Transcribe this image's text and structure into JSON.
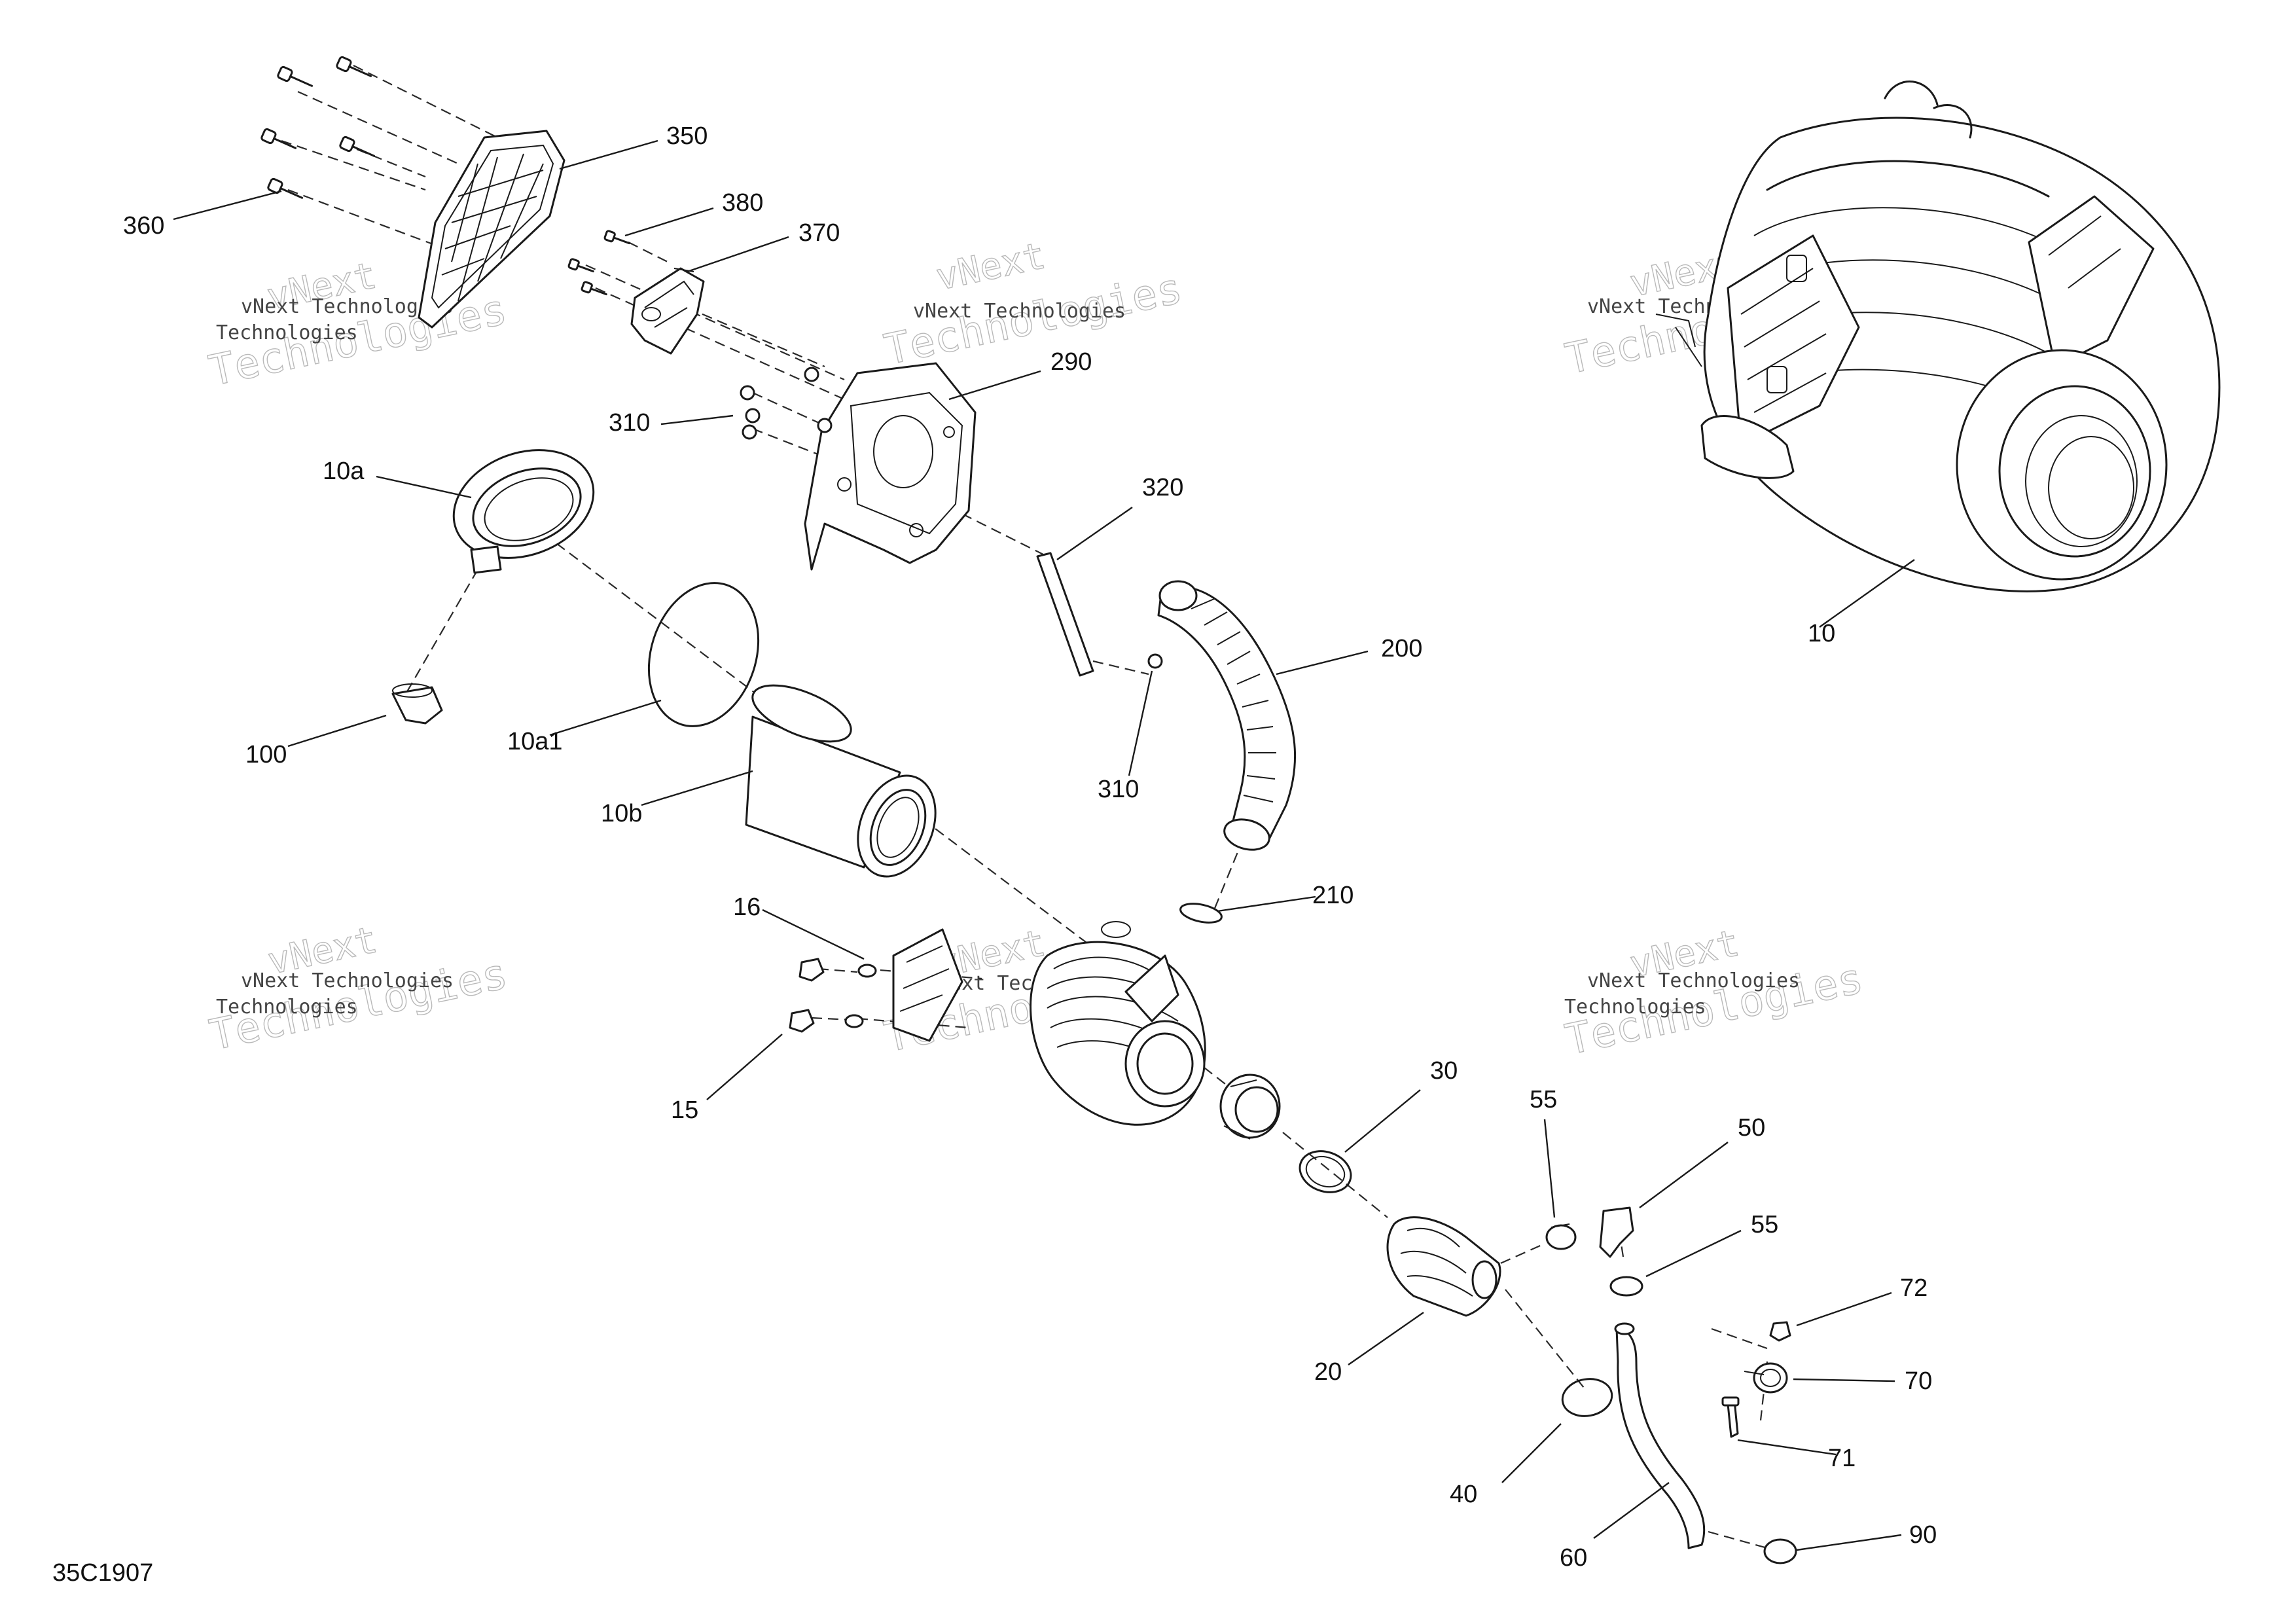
{
  "diagram_code": "35C1907",
  "watermark": {
    "line1": "vNext",
    "line2": "Technologies",
    "small": "vNext Technologies"
  },
  "callouts": {
    "c350": "350",
    "c360": "360",
    "c380": "380",
    "c370": "370",
    "c290": "290",
    "c310a": "310",
    "c320": "320",
    "c10a": "10a",
    "c10": "10",
    "c200": "200",
    "c100": "100",
    "c10a1": "10a1",
    "c310b": "310",
    "c10b": "10b",
    "c16": "16",
    "c210": "210",
    "c15": "15",
    "c30": "30",
    "c55a": "55",
    "c50": "50",
    "c55b": "55",
    "c72": "72",
    "c70": "70",
    "c20": "20",
    "c71": "71",
    "c40": "40",
    "c90": "90",
    "c60": "60"
  },
  "colors": {
    "line": "#1a1a1a",
    "watermark": "#b9b9b9"
  }
}
